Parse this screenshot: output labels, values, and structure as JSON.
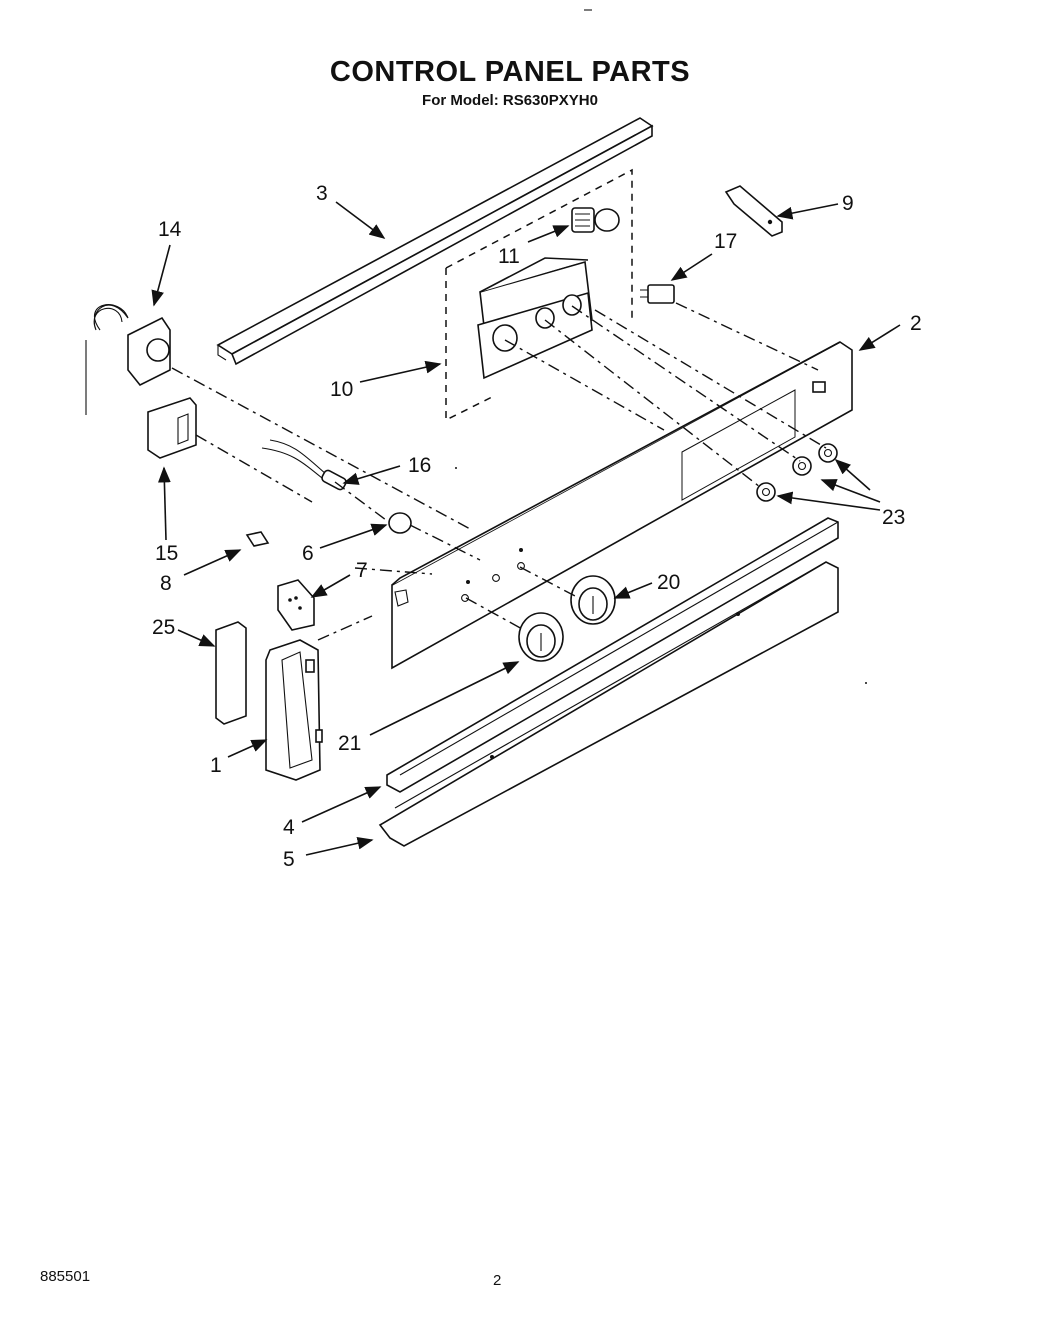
{
  "header": {
    "title": "CONTROL PANEL PARTS",
    "subtitle": "For Model: RS630PXYH0"
  },
  "footer": {
    "doc_number": "885501",
    "page_number": "2"
  },
  "callouts": {
    "c1": "1",
    "c2": "2",
    "c3": "3",
    "c4": "4",
    "c5": "5",
    "c6": "6",
    "c7": "7",
    "c8": "8",
    "c9": "9",
    "c10": "10",
    "c11": "11",
    "c14": "14",
    "c15": "15",
    "c16": "16",
    "c17": "17",
    "c20": "20",
    "c21": "21",
    "c23": "23",
    "c25": "25"
  }
}
